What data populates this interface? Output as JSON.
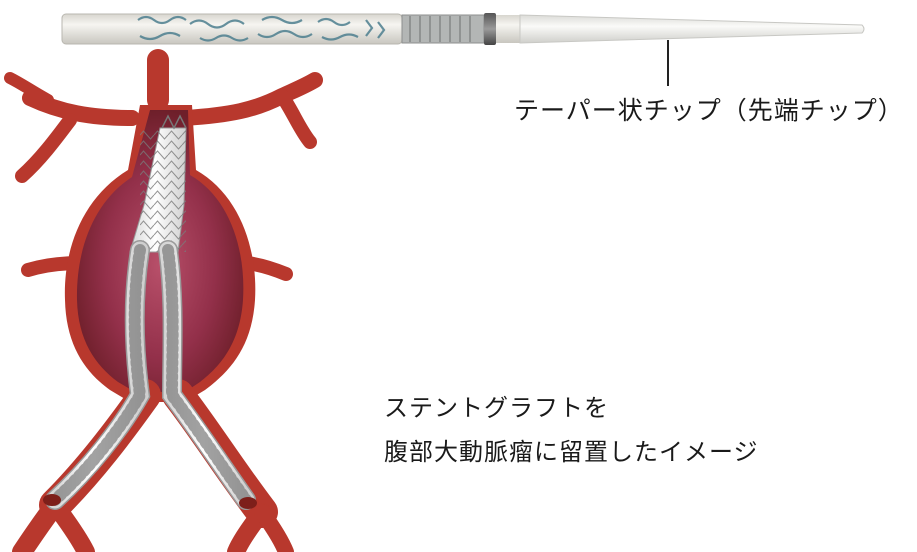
{
  "labels": {
    "tip": "テーパー状チップ（先端チップ）",
    "description_line1": "ステントグラフトを",
    "description_line2": "腹部大動脈瘤に留置したイメージ"
  },
  "colors": {
    "artery": "#b8382d",
    "artery_dark": "#7d1f1a",
    "aneurysm": "#8a2533",
    "aneurysm_inner": "#a9465a",
    "graft": "#f2f2f2",
    "stent_wire": "#6e6e6e",
    "delivery_body": "#e9e8e2",
    "tip": "#eeeeec",
    "leader_line": "#222222"
  },
  "icons": {
    "delivery_device": "stent-graft-delivery-device-illustration",
    "aorta": "abdominal-aortic-aneurysm-with-stent-graft-illustration"
  }
}
